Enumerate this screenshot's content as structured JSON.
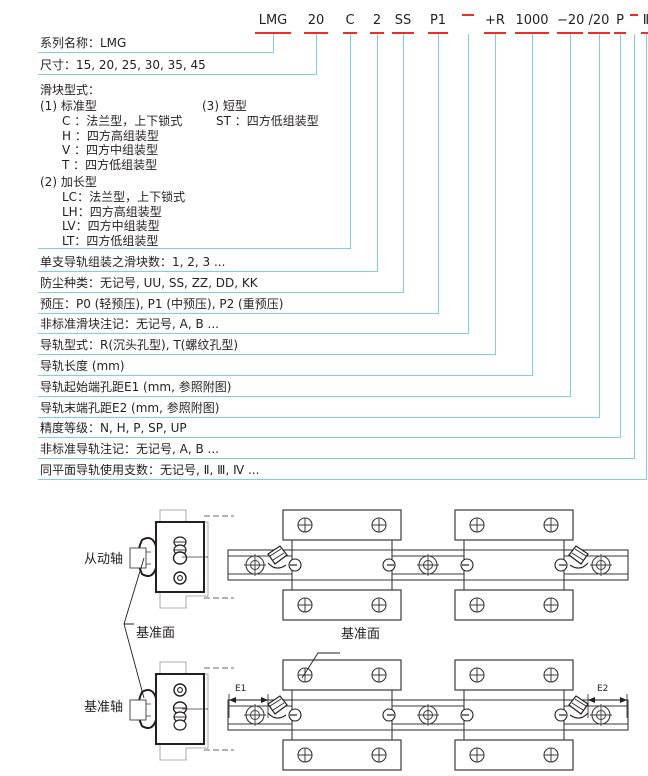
{
  "model_code": {
    "tokens": [
      {
        "text": "LMG",
        "x": 255,
        "w": 36
      },
      {
        "text": "20",
        "x": 304,
        "w": 24
      },
      {
        "text": "C",
        "x": 343,
        "w": 14
      },
      {
        "text": "2",
        "x": 370,
        "w": 14
      },
      {
        "text": "SS",
        "x": 392,
        "w": 22
      },
      {
        "text": "P1",
        "x": 428,
        "w": 20
      },
      {
        "text": "",
        "x": 462,
        "w": 12
      },
      {
        "text": "+R",
        "x": 484,
        "w": 22
      },
      {
        "text": "1000",
        "x": 515,
        "w": 34
      },
      {
        "text": "−20",
        "x": 557,
        "w": 26
      },
      {
        "text": "/20",
        "x": 588,
        "w": 22
      },
      {
        "text": "P",
        "x": 614,
        "w": 12
      },
      {
        "text": "",
        "x": 630,
        "w": 8
      },
      {
        "text": "Ⅱ",
        "x": 641,
        "w": 10
      }
    ]
  },
  "descriptions": {
    "series": "系列名称：LMG",
    "size": "尺寸：15, 20, 25, 30, 35, 45",
    "block_type_title": "滑块型式：",
    "block_std_head": "(1) 标准型",
    "block_short_head": "(3) 短型",
    "block_std": [
      "C ：法兰型，上下锁式",
      "H ：四方高组装型",
      "V ：四方中组装型",
      "T ：四方低组装型"
    ],
    "block_short": [
      "ST ：四方低组装型"
    ],
    "block_long_head": "(2) 加长型",
    "block_long": [
      "LC：法兰型，上下锁式",
      "LH：四方高组装型",
      "LV：四方中组装型",
      "LT：四方低组装型"
    ],
    "rows": [
      "单支导轨组装之滑块数：1, 2, 3 ...",
      "防尘种类：无记号, UU, SS, ZZ, DD, KK",
      "预压：P0 (轻预压), P1 (中预压), P2 (重预压)",
      "非标准滑块注记：无记号, A, B ...",
      "导轨型式：R(沉头孔型), T(螺纹孔型)",
      "导轨长度 (mm)",
      "导轨起始端孔距E1 (mm, 参照附图)",
      "导轨末端孔距E2 (mm, 参照附图)",
      "精度等级：N, H, P, SP, UP",
      "非标准导轨注记：无记号, A, B ...",
      "同平面导轨使用支数：无记号, Ⅱ, Ⅲ, Ⅳ ..."
    ]
  },
  "drawing": {
    "driven_axis": "从动轴",
    "datum_axis": "基准轴",
    "datum_face_side": "基准面",
    "datum_face_top": "基准面",
    "e1": "E1",
    "e2": "E2"
  },
  "colors": {
    "line_blue": "#7fcdec",
    "underline_red": "#ed2e24",
    "text": "#231f20",
    "draw_line": "#3a3a3a"
  }
}
